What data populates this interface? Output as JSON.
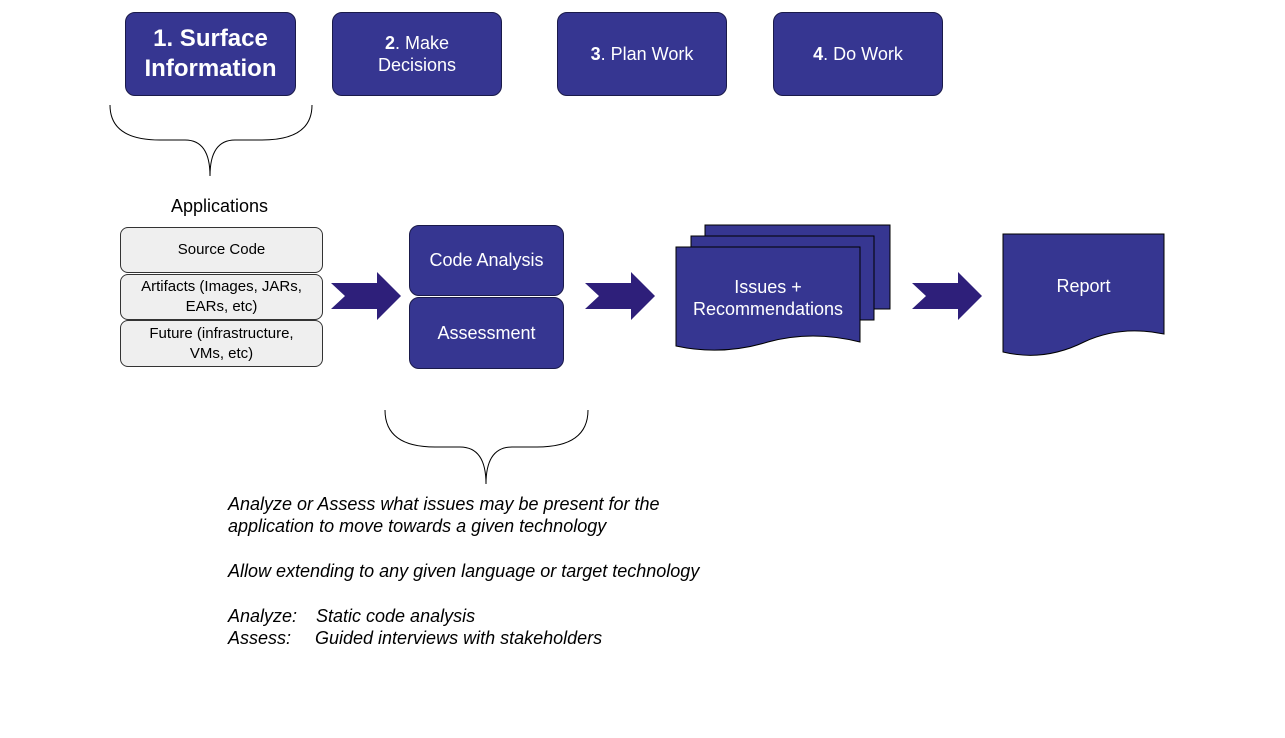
{
  "steps": [
    {
      "num": "1. Surface",
      "rest": "Information"
    },
    {
      "num": "2",
      "rest": ". Make Decisions"
    },
    {
      "num": "3",
      "rest": ". Plan Work"
    },
    {
      "num": "4",
      "rest": ". Do Work"
    }
  ],
  "applications": {
    "title": "Applications",
    "items": [
      "Source Code",
      "Artifacts (Images, JARs, EARs, etc)",
      "Future (infrastructure, VMs, etc)"
    ]
  },
  "process": {
    "code_analysis": "Code Analysis",
    "assessment": "Assessment",
    "issues": "Issues + Recommendations",
    "report": "Report"
  },
  "notes": {
    "line1": "Analyze or Assess what issues may be present for the",
    "line2": "application to move towards a given technology",
    "line3": "Allow extending to any given language or target technology",
    "analyze_label": "Analyze:",
    "analyze_text": "Static code analysis",
    "assess_label": "Assess:",
    "assess_text": "Guided interviews with stakeholders"
  },
  "colors": {
    "primary": "#363691",
    "arrow": "#2e1f7a",
    "grey": "#efefef"
  }
}
